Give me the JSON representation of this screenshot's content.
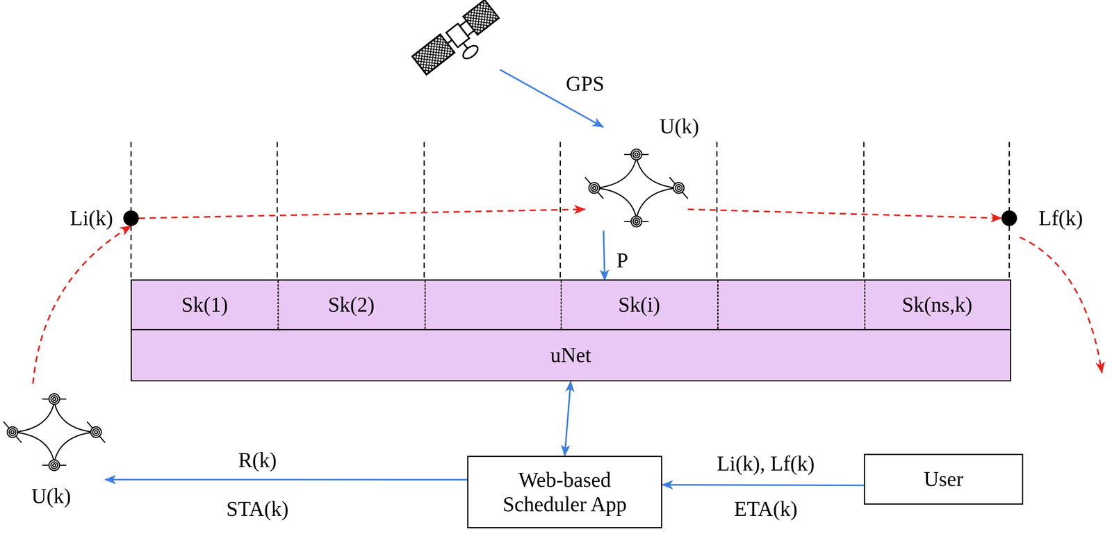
{
  "diagram": {
    "nodes": [
      {
        "text": [
          "U(k)"
        ]
      },
      {
        "text": [
          "Li(k)"
        ]
      },
      {
        "text": [
          "Lf(k)"
        ]
      },
      {
        "text": [
          "uNet"
        ]
      },
      {
        "text": [
          "Sk(1)"
        ],
        "in": 3
      },
      {
        "text": [
          "Sk(2)"
        ],
        "in": 3
      },
      {
        "text": [
          "Sk(i)"
        ],
        "in": 3
      },
      {
        "text": [
          "Sk(ns,k)"
        ],
        "in": 3
      },
      {
        "text": [
          "Web-based Scheduler App"
        ]
      },
      {
        "text": [
          "User"
        ]
      },
      {
        "text": [
          "U(k)"
        ]
      }
    ],
    "edges": [
      {
        "from": 10,
        "to": 1,
        "arrow": "to"
      },
      {
        "from": 1,
        "to": 0,
        "arrow": "to"
      },
      {
        "from": 0,
        "to": 2,
        "arrow": "to"
      },
      {
        "from": 0,
        "to": 6,
        "arrow": "to",
        "label": "P"
      },
      {
        "from": 3,
        "to": 8,
        "arrow": "both"
      },
      {
        "from": 9,
        "to": 8,
        "arrow": "to",
        "label": "Li(k), Lf(k)"
      },
      {
        "from": 8,
        "to": 10,
        "arrow": "to",
        "label": "R(k)"
      }
    ],
    "labels": [
      "GPS",
      "ETA(k)",
      "STA(k)"
    ]
  }
}
